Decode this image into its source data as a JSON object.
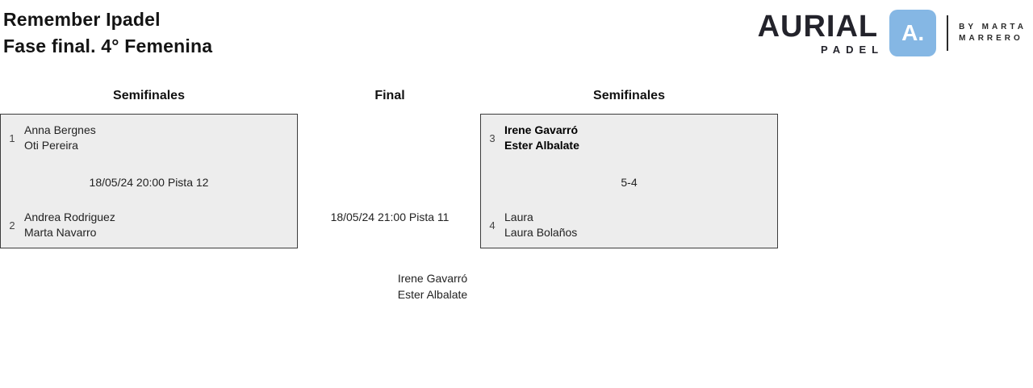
{
  "header": {
    "title_line1": "Remember Ipadel",
    "title_line2": "Fase final. 4° Femenina",
    "logo": {
      "brand": "AURIAL",
      "sub": "PADEL",
      "icon": "A.",
      "by_line1": "BY MARTA",
      "by_line2": "MARRERO"
    }
  },
  "bracket": {
    "columns": [
      {
        "label": "Semifinales"
      },
      {
        "label": "Final"
      },
      {
        "label": "Semifinales"
      }
    ],
    "matches": [
      {
        "top": {
          "seed": "1",
          "players": [
            "Anna Bergnes",
            "Oti Pereira"
          ]
        },
        "center": "18/05/24 20:00 Pista 12",
        "bottom": {
          "seed": "2",
          "players": [
            "Andrea Rodriguez",
            "Marta Navarro"
          ]
        }
      },
      {
        "top": {
          "seed": "3",
          "players": [
            "Irene Gavarró",
            "Ester Albalate"
          ]
        },
        "center": "5-4",
        "bottom": {
          "seed": "4",
          "players": [
            "Laura",
            "Laura Bolaños"
          ]
        }
      }
    ],
    "final": {
      "info": "18/05/24 21:00 Pista 11",
      "players": [
        "Irene Gavarró",
        "Ester Albalate"
      ]
    }
  },
  "colors": {
    "box_bg": "#ededed",
    "box_border": "#3c3c3c",
    "logo_blue": "#85b7e4",
    "text_dark": "#141414"
  }
}
